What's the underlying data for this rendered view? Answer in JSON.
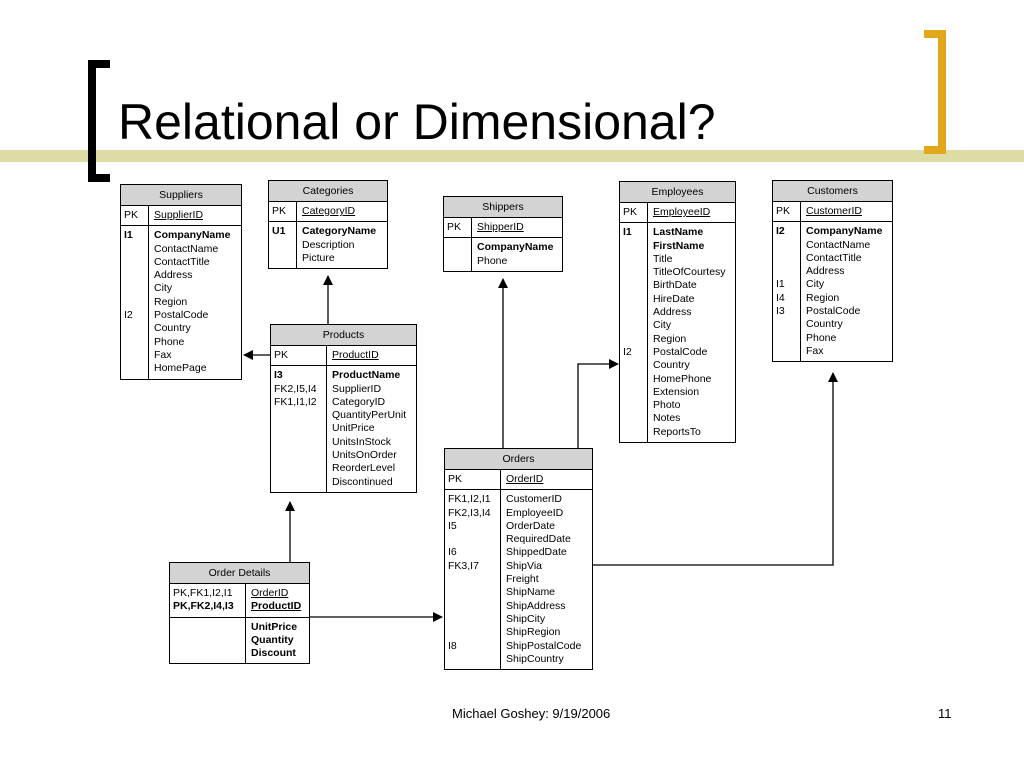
{
  "title": "Relational or Dimensional?",
  "footer": {
    "author_date": "Michael Goshey: 9/19/2006",
    "page": "11"
  },
  "entities": {
    "suppliers": {
      "name": "Suppliers",
      "pk": [
        {
          "key": "PK",
          "col": "SupplierID"
        }
      ],
      "fields": [
        {
          "key": "I1",
          "col": "CompanyName",
          "bold": true
        },
        {
          "key": "",
          "col": "ContactName"
        },
        {
          "key": "",
          "col": "ContactTitle"
        },
        {
          "key": "",
          "col": "Address"
        },
        {
          "key": "",
          "col": "City"
        },
        {
          "key": "",
          "col": "Region"
        },
        {
          "key": "I2",
          "col": "PostalCode"
        },
        {
          "key": "",
          "col": "Country"
        },
        {
          "key": "",
          "col": "Phone"
        },
        {
          "key": "",
          "col": "Fax"
        },
        {
          "key": "",
          "col": "HomePage"
        }
      ]
    },
    "categories": {
      "name": "Categories",
      "pk": [
        {
          "key": "PK",
          "col": "CategoryID"
        }
      ],
      "fields": [
        {
          "key": "U1",
          "col": "CategoryName",
          "bold": true
        },
        {
          "key": "",
          "col": "Description"
        },
        {
          "key": "",
          "col": "Picture"
        }
      ]
    },
    "shippers": {
      "name": "Shippers",
      "pk": [
        {
          "key": "PK",
          "col": "ShipperID"
        }
      ],
      "fields": [
        {
          "key": "",
          "col": "CompanyName",
          "bold": true
        },
        {
          "key": "",
          "col": "Phone"
        }
      ]
    },
    "employees": {
      "name": "Employees",
      "pk": [
        {
          "key": "PK",
          "col": "EmployeeID"
        }
      ],
      "fields": [
        {
          "key": "I1",
          "col": "LastName",
          "bold": true
        },
        {
          "key": "",
          "col": "FirstName",
          "bold": true
        },
        {
          "key": "",
          "col": "Title"
        },
        {
          "key": "",
          "col": "TitleOfCourtesy"
        },
        {
          "key": "",
          "col": "BirthDate"
        },
        {
          "key": "",
          "col": "HireDate"
        },
        {
          "key": "",
          "col": "Address"
        },
        {
          "key": "",
          "col": "City"
        },
        {
          "key": "",
          "col": "Region"
        },
        {
          "key": "I2",
          "col": "PostalCode"
        },
        {
          "key": "",
          "col": "Country"
        },
        {
          "key": "",
          "col": "HomePhone"
        },
        {
          "key": "",
          "col": "Extension"
        },
        {
          "key": "",
          "col": "Photo"
        },
        {
          "key": "",
          "col": "Notes"
        },
        {
          "key": "",
          "col": "ReportsTo"
        }
      ]
    },
    "customers": {
      "name": "Customers",
      "pk": [
        {
          "key": "PK",
          "col": "CustomerID"
        }
      ],
      "fields": [
        {
          "key": "I2",
          "col": "CompanyName",
          "bold": true
        },
        {
          "key": "",
          "col": "ContactName"
        },
        {
          "key": "",
          "col": "ContactTitle"
        },
        {
          "key": "",
          "col": "Address"
        },
        {
          "key": "I1",
          "col": "City"
        },
        {
          "key": "I4",
          "col": "Region"
        },
        {
          "key": "I3",
          "col": "PostalCode"
        },
        {
          "key": "",
          "col": "Country"
        },
        {
          "key": "",
          "col": "Phone"
        },
        {
          "key": "",
          "col": "Fax"
        }
      ]
    },
    "products": {
      "name": "Products",
      "pk": [
        {
          "key": "PK",
          "col": "ProductID"
        }
      ],
      "fields": [
        {
          "key": "I3",
          "col": "ProductName",
          "bold": true
        },
        {
          "key": "FK2,I5,I4",
          "col": "SupplierID"
        },
        {
          "key": "FK1,I1,I2",
          "col": "CategoryID"
        },
        {
          "key": "",
          "col": "QuantityPerUnit"
        },
        {
          "key": "",
          "col": "UnitPrice"
        },
        {
          "key": "",
          "col": "UnitsInStock"
        },
        {
          "key": "",
          "col": "UnitsOnOrder"
        },
        {
          "key": "",
          "col": "ReorderLevel"
        },
        {
          "key": "",
          "col": "Discontinued"
        }
      ]
    },
    "orders": {
      "name": "Orders",
      "pk": [
        {
          "key": "PK",
          "col": "OrderID"
        }
      ],
      "fields": [
        {
          "key": "FK1,I2,I1",
          "col": "CustomerID"
        },
        {
          "key": "FK2,I3,I4",
          "col": "EmployeeID"
        },
        {
          "key": "I5",
          "col": "OrderDate"
        },
        {
          "key": "",
          "col": "RequiredDate"
        },
        {
          "key": "I6",
          "col": "ShippedDate"
        },
        {
          "key": "FK3,I7",
          "col": "ShipVia"
        },
        {
          "key": "",
          "col": "Freight"
        },
        {
          "key": "",
          "col": "ShipName"
        },
        {
          "key": "",
          "col": "ShipAddress"
        },
        {
          "key": "",
          "col": "ShipCity"
        },
        {
          "key": "",
          "col": "ShipRegion"
        },
        {
          "key": "I8",
          "col": "ShipPostalCode"
        },
        {
          "key": "",
          "col": "ShipCountry"
        }
      ]
    },
    "order_details": {
      "name": "Order Details",
      "pk": [
        {
          "key": "PK,FK1,I2,I1",
          "col": "OrderID"
        },
        {
          "key": "PK,FK2,I4,I3",
          "col": "ProductID",
          "bold": true
        }
      ],
      "fields": [
        {
          "key": "",
          "col": "UnitPrice",
          "bold": true
        },
        {
          "key": "",
          "col": "Quantity",
          "bold": true
        },
        {
          "key": "",
          "col": "Discount",
          "bold": true
        }
      ]
    }
  }
}
